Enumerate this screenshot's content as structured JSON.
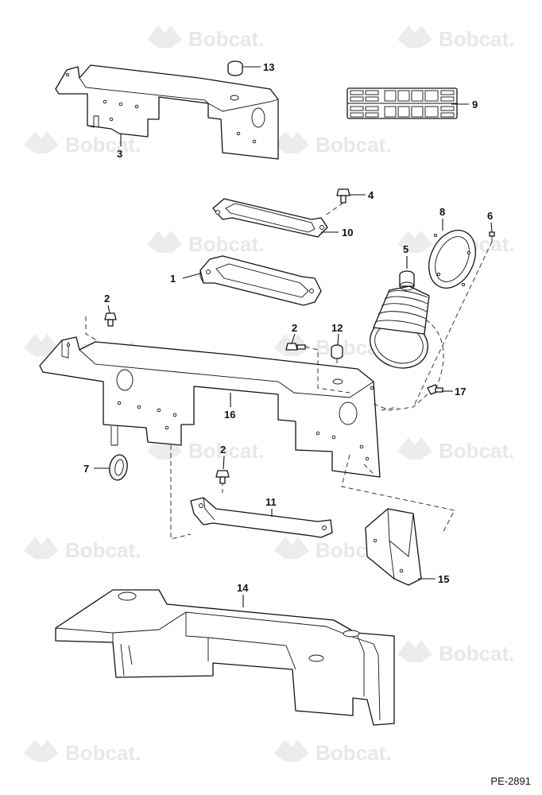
{
  "watermark_text": "Bobcat.",
  "drawing_code": "PE-2891",
  "callouts": {
    "p1": "1",
    "p2a": "2",
    "p2b": "2",
    "p2c": "2",
    "p3": "3",
    "p4": "4",
    "p5": "5",
    "p6": "6",
    "p7": "7",
    "p8": "8",
    "p9": "9",
    "p10": "10",
    "p11": "11",
    "p12": "12",
    "p13": "13",
    "p14": "14",
    "p15": "15",
    "p16": "16",
    "p17": "17"
  },
  "colors": {
    "line": "#111111",
    "watermark": "#e8e8e8"
  }
}
